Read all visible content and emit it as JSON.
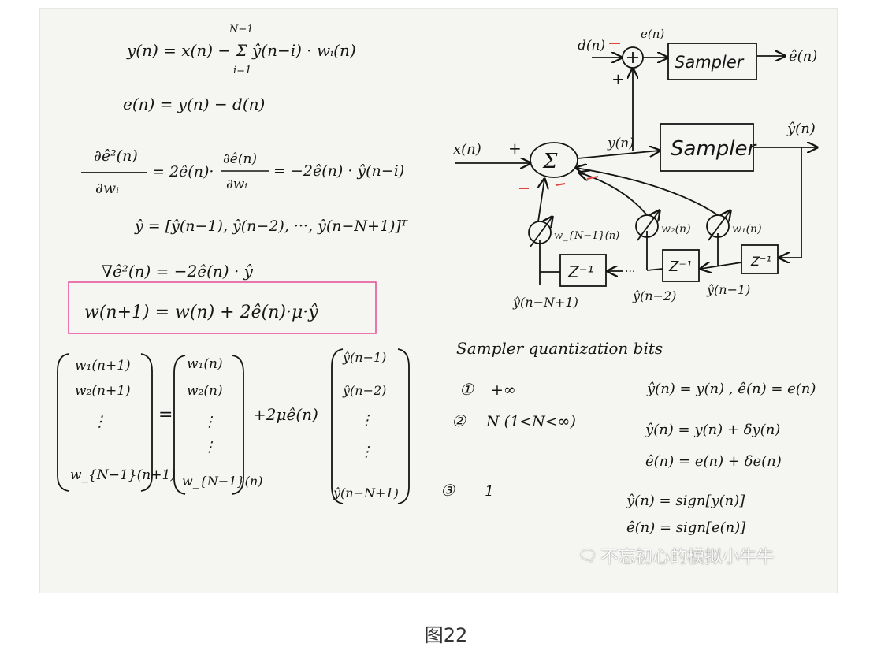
{
  "figure": {
    "caption": "图22",
    "watermark": "不忘初心的模拟小牛牛",
    "watermark_icon": "wechat-icon"
  },
  "equations": {
    "eq1": "y(n) = x(n) − Σ ŷ(n−i) · wᵢ(n)",
    "eq1_sum_top": "N−1",
    "eq1_sum_bottom": "i=1",
    "eq2": "e(n) = y(n) − d(n)",
    "eq3_num": "∂ê²(n)",
    "eq3_den": "∂wᵢ",
    "eq3_rhs": "= 2ê(n)·",
    "eq3_frac_num": "∂ê(n)",
    "eq3_frac_den": "∂wᵢ",
    "eq3_tail": "= −2ê(n) · ŷ(n−i)",
    "eq4": "ŷ = [ŷ(n−1), ŷ(n−2), ···, ŷ(n−N+1)]ᵀ",
    "eq5": "∇ê²(n) = −2ê(n) · ŷ",
    "eq6_boxed": "w(n+1) = w(n) + 2ê(n)·μ·ŷ",
    "matrix_lhs": [
      "w₁(n+1)",
      "w₂(n+1)",
      "⋮",
      "w_{N−1}(n+1)"
    ],
    "matrix_mid": [
      "w₁(n)",
      "w₂(n)",
      "⋮",
      "⋮",
      "w_{N−1}(n)"
    ],
    "matrix_coef": "+2μê(n)",
    "matrix_rhs": [
      "ŷ(n−1)",
      "ŷ(n−2)",
      "⋮",
      "⋮",
      "ŷ(n−N+1)"
    ],
    "equals": "="
  },
  "block_diagram": {
    "input_x": "x(n)",
    "input_d": "d(n)",
    "error_label": "e(n)",
    "y_label": "y(n)",
    "sampler_top": "Sampler",
    "sampler_main": "Sampler",
    "out_e_hat": "ê(n)",
    "out_y_hat": "ŷ(n)",
    "sum_symbol": "Σ",
    "delay": [
      "Z⁻¹",
      "Z⁻¹",
      "Z⁻¹"
    ],
    "dots": "···",
    "weights": [
      "w_{N−1}(n)",
      "w₂(n)",
      "w₁(n)"
    ],
    "taps": [
      "ŷ(n−N+1)",
      "ŷ(n−2)",
      "ŷ(n−1)"
    ],
    "plus": "+",
    "minus": "−"
  },
  "quantization": {
    "heading": "Sampler quantization bits",
    "cases": [
      {
        "marker": "①",
        "bits": "+∞",
        "desc": [
          "ŷ(n) = y(n) , ê(n) = e(n)"
        ]
      },
      {
        "marker": "②",
        "bits": "N  (1<N<∞)",
        "desc": [
          "ŷ(n) = y(n) + δy(n)",
          "ê(n) = e(n) + δe(n)"
        ]
      },
      {
        "marker": "③",
        "bits": "1",
        "desc": [
          "ŷ(n) = sign[y(n)]",
          "ê(n) = sign[e(n)]"
        ]
      }
    ]
  },
  "colors": {
    "ink": "#151515",
    "highlight_box": "#e8549a",
    "sign_marks": "#e0443f",
    "paper": "#f5f5f2"
  }
}
